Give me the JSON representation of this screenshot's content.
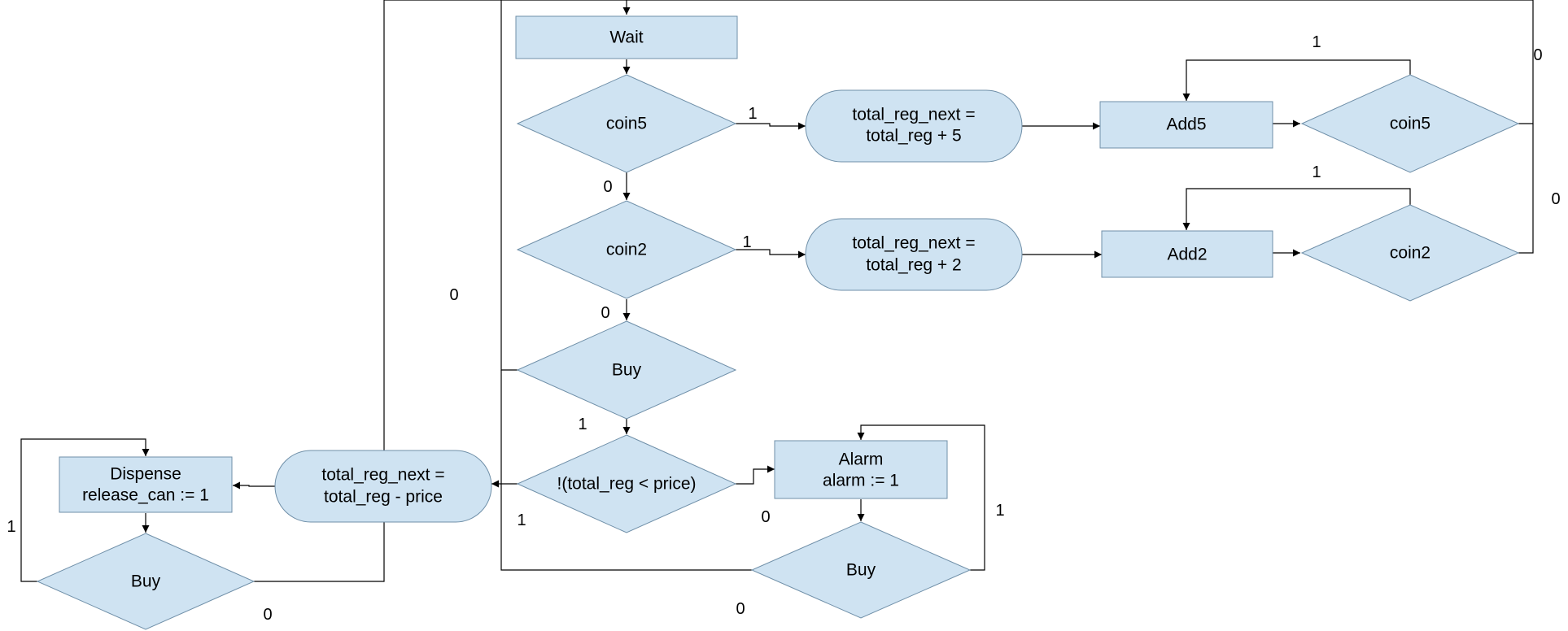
{
  "diagram": {
    "nodes": {
      "wait": "Wait",
      "coin5_check": "coin5",
      "add5_calc": [
        "total_reg_next =",
        "total_reg + 5"
      ],
      "add5_state": "Add5",
      "coin5_hold": "coin5",
      "coin2_check": "coin2",
      "add2_calc": [
        "total_reg_next =",
        "total_reg + 2"
      ],
      "add2_state": "Add2",
      "coin2_hold": "coin2",
      "buy_check": "Buy",
      "price_check": "!(total_reg < price)",
      "alarm_state": [
        "Alarm",
        "alarm := 1"
      ],
      "alarm_buy": "Buy",
      "sub_calc": [
        "total_reg_next =",
        "total_reg - price"
      ],
      "dispense_state": [
        "Dispense",
        "release_can := 1"
      ],
      "dispense_buy": "Buy"
    },
    "edge_labels": {
      "coin5_yes": "1",
      "coin5_no": "0",
      "coin5_hold_yes": "1",
      "coin5_hold_no": "0",
      "coin2_yes": "1",
      "coin2_no": "0",
      "coin2_hold_yes": "1",
      "coin2_hold_no": "0",
      "buy_yes": "1",
      "buy_no": "0",
      "price_yes": "1",
      "price_no": "0",
      "alarm_buy_yes": "1",
      "alarm_buy_no": "0",
      "dispense_buy_yes": "1",
      "dispense_buy_no": "0"
    }
  }
}
